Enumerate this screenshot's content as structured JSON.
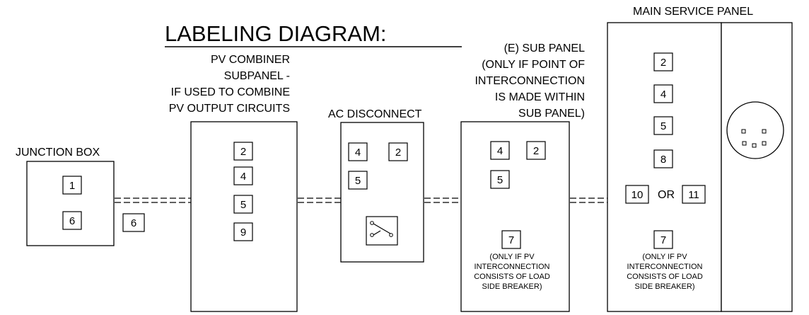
{
  "title": "LABELING DIAGRAM:",
  "components": {
    "junction_box": {
      "label": "JUNCTION BOX",
      "tags": [
        "1",
        "6"
      ]
    },
    "conduit_tag": "6",
    "combiner": {
      "label_lines": [
        "PV COMBINER",
        "SUBPANEL -",
        "IF USED TO COMBINE",
        "PV OUTPUT CIRCUITS"
      ],
      "tags": [
        "2",
        "4",
        "5",
        "9"
      ]
    },
    "ac_disconnect": {
      "label": "AC DISCONNECT",
      "tags": [
        "4",
        "2",
        "5"
      ]
    },
    "sub_panel": {
      "label_lines": [
        "(E)  SUB PANEL",
        "(ONLY IF POINT OF",
        "INTERCONNECTION",
        "IS MADE WITHIN",
        "SUB PANEL)"
      ],
      "tags": [
        "4",
        "2",
        "5",
        "7"
      ],
      "note_lines": [
        "(ONLY IF PV",
        "INTERCONNECTION",
        "CONSISTS OF LOAD",
        "SIDE BREAKER)"
      ]
    },
    "main_panel": {
      "label": "MAIN SERVICE PANEL",
      "tags": [
        "2",
        "4",
        "5",
        "8",
        "10",
        "11",
        "7"
      ],
      "or_text": "OR",
      "note_lines": [
        "(ONLY IF PV",
        "INTERCONNECTION",
        "CONSISTS OF LOAD",
        "SIDE BREAKER)"
      ]
    }
  }
}
